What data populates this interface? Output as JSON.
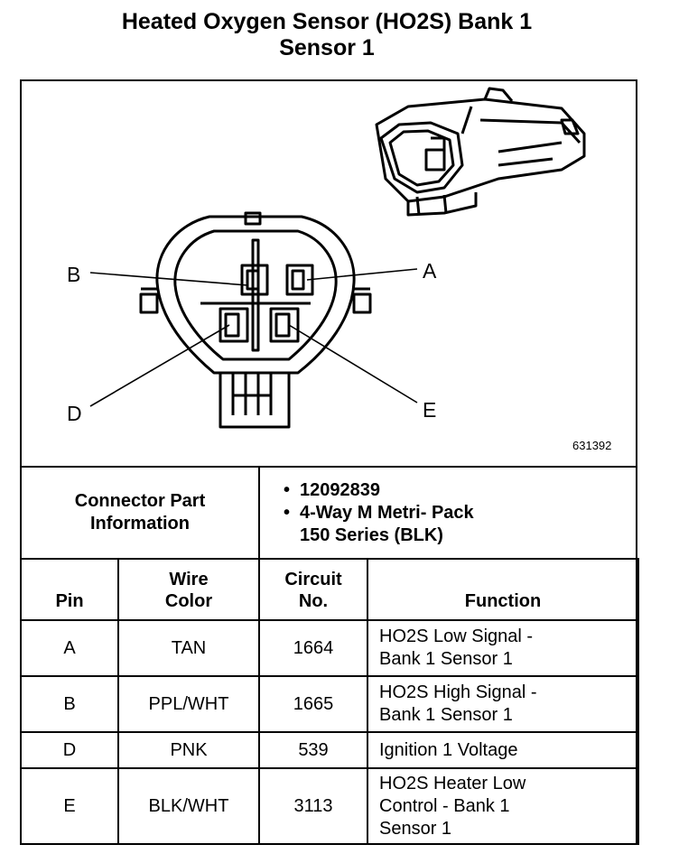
{
  "title": {
    "line1": "Heated Oxygen Sensor (HO2S) Bank 1",
    "line2": "Sensor 1"
  },
  "diagram": {
    "figure_number": "631392",
    "pin_labels": {
      "a": "A",
      "b": "B",
      "d": "D",
      "e": "E"
    }
  },
  "connector_info": {
    "label_line1": "Connector Part",
    "label_line2": "Information",
    "items": [
      {
        "line1": "12092839",
        "line2": ""
      },
      {
        "line1": "4-Way M Metri- Pack",
        "line2": "150 Series (BLK)"
      }
    ]
  },
  "pin_table": {
    "headers": {
      "pin": "Pin",
      "wire_color_1": "Wire",
      "wire_color_2": "Color",
      "circuit_1": "Circuit",
      "circuit_2": "No.",
      "function": "Function"
    },
    "rows": [
      {
        "pin": "A",
        "wire_color": "TAN",
        "circuit": "1664",
        "function_1": "HO2S Low Signal -",
        "function_2": "Bank 1 Sensor 1",
        "function_3": ""
      },
      {
        "pin": "B",
        "wire_color": "PPL/WHT",
        "circuit": "1665",
        "function_1": "HO2S High Signal -",
        "function_2": "Bank 1 Sensor 1",
        "function_3": ""
      },
      {
        "pin": "D",
        "wire_color": "PNK",
        "circuit": "539",
        "function_1": "Ignition 1 Voltage",
        "function_2": "",
        "function_3": ""
      },
      {
        "pin": "E",
        "wire_color": "BLK/WHT",
        "circuit": "3113",
        "function_1": "HO2S Heater Low",
        "function_2": "Control - Bank 1",
        "function_3": "Sensor 1"
      }
    ]
  }
}
